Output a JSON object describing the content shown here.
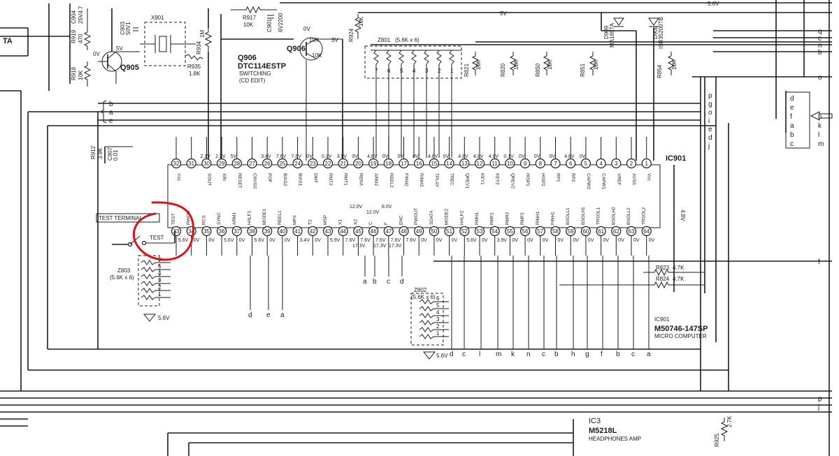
{
  "ic901": {
    "ref": "IC901",
    "part": "M50746-147SP",
    "desc": "MICRO COMPUTER",
    "top_pins": [
      {
        "num": "32",
        "name": "Vss",
        "v": ""
      },
      {
        "num": "31",
        "name": "",
        "v": ""
      },
      {
        "num": "30",
        "name": "XOUT",
        "v": "2.1V"
      },
      {
        "num": "29",
        "name": "XIN",
        "v": "2.3V"
      },
      {
        "num": "28",
        "name": "RESET",
        "v": "5V"
      },
      {
        "num": "27",
        "name": "CNVSS",
        "v": ""
      },
      {
        "num": "26",
        "name": "POF",
        "v": "3.4V"
      },
      {
        "num": "25",
        "name": "BIAS2",
        "v": "7.6V"
      },
      {
        "num": "24",
        "name": "BIAS1",
        "v": "7.6V"
      },
      {
        "num": "23",
        "name": "DMT",
        "v": "0V"
      },
      {
        "num": "22",
        "name": "RMT2",
        "v": "0.3V"
      },
      {
        "num": "21",
        "name": "RMT1",
        "v": "3.9V"
      },
      {
        "num": "20",
        "name": "RENA",
        "v": "0V"
      },
      {
        "num": "19",
        "name": "ARM2",
        "v": "4.8V"
      },
      {
        "num": "18",
        "name": "REEL2",
        "v": "0V"
      },
      {
        "num": "17",
        "name": "FINH2",
        "v": "0V"
      },
      {
        "num": "16",
        "name": "RINH2",
        "v": "0V"
      },
      {
        "num": "15",
        "name": "TPLAY",
        "v": "4.8V"
      },
      {
        "num": "14",
        "name": "TREC",
        "v": "0V"
      },
      {
        "num": "13",
        "name": "QREV1",
        "v": "4.8V"
      },
      {
        "num": "12",
        "name": "KEY1",
        "v": "4.8V"
      },
      {
        "num": "11",
        "name": "KEY2",
        "v": "4.8V"
      },
      {
        "num": "10",
        "name": "QREV2",
        "v": "0.1V"
      },
      {
        "num": "9",
        "name": "HISP1",
        "v": "0V"
      },
      {
        "num": "8",
        "name": "HISP2",
        "v": "0V"
      },
      {
        "num": "7",
        "name": "RP1",
        "v": "0V"
      },
      {
        "num": "6",
        "name": "RP2",
        "v": "4.8V"
      },
      {
        "num": "5",
        "name": "CAPW2",
        "v": "0V"
      },
      {
        "num": "4",
        "name": "CAPW1",
        "v": ""
      },
      {
        "num": "3",
        "name": "VREF",
        "v": ""
      },
      {
        "num": "2",
        "name": "AVSS",
        "v": ""
      },
      {
        "num": "1",
        "name": "Vcc",
        "v": ""
      }
    ],
    "bottom_pins": [
      {
        "num": "33",
        "name": "TEST",
        "v": "5.6V"
      },
      {
        "num": "34",
        "name": "PWON",
        "v": "0V"
      },
      {
        "num": "35",
        "name": "RCS",
        "v": "0V"
      },
      {
        "num": "36",
        "name": "SYNC",
        "v": "5.6V"
      },
      {
        "num": "37",
        "name": "ARM1",
        "v": "0V"
      },
      {
        "num": "38",
        "name": "HALF1",
        "v": "5.6V"
      },
      {
        "num": "39",
        "name": "MODE1",
        "v": "0V"
      },
      {
        "num": "40",
        "name": "REEL1",
        "v": "0V"
      },
      {
        "num": "41",
        "name": "MPX",
        "v": "3.4V"
      },
      {
        "num": "42",
        "name": "T2",
        "v": "0V"
      },
      {
        "num": "43",
        "name": "MSP",
        "v": "5.9V"
      },
      {
        "num": "44",
        "name": "X1",
        "v": "7.6V"
      },
      {
        "num": "45",
        "name": "X2",
        "v": "7.6V"
      },
      {
        "num": "46",
        "name": "C",
        "v": "7.6V"
      },
      {
        "num": "47",
        "name": "F",
        "v": "7.6V"
      },
      {
        "num": "48",
        "name": "ENC",
        "v": "7.6V"
      },
      {
        "num": "49",
        "name": "PWOUT",
        "v": "0V"
      },
      {
        "num": "50",
        "name": "SDATA",
        "v": "0V"
      },
      {
        "num": "51",
        "name": "MODE2",
        "v": "0V"
      },
      {
        "num": "52",
        "name": "HALF2",
        "v": "5.6V"
      },
      {
        "num": "53",
        "name": "RMH1",
        "v": "0V"
      },
      {
        "num": "54",
        "name": "RMF1",
        "v": "3.9V"
      },
      {
        "num": "55",
        "name": "RMR2",
        "v": "0V"
      },
      {
        "num": "56",
        "name": "RMF2",
        "v": "0V"
      },
      {
        "num": "57",
        "name": "RINH1",
        "v": "0V"
      },
      {
        "num": "58",
        "name": "FINH1",
        "v": "0V"
      },
      {
        "num": "59",
        "name": "BSOLL1",
        "v": "0V"
      },
      {
        "num": "60",
        "name": "BSOLH1",
        "v": "0V"
      },
      {
        "num": "61",
        "name": "TRSOL1",
        "v": "0V"
      },
      {
        "num": "62",
        "name": "BSOLH2",
        "v": "0V"
      },
      {
        "num": "63",
        "name": "BSOLL2",
        "v": "0V"
      },
      {
        "num": "64",
        "name": "TRSOL2",
        "v": "0V"
      }
    ],
    "extra_volts": [
      "12.0V",
      "12.0V",
      "8.0V",
      "17.3V",
      "17.3V",
      "17.3V"
    ]
  },
  "components": {
    "q905": "Q905",
    "q906": "Q906",
    "q906_part": "DTC114ESTP",
    "q906_note1": "SWITCHING",
    "q906_note2": "(CD EDIT)",
    "x901": "X901",
    "r919": "R919",
    "r919_val": "470",
    "r918": "R918",
    "r918_val": "10K",
    "c904": "C904",
    "c904_val": "25V4.7",
    "c903": "C903",
    "c903_val": "50V1",
    "r917": "R917",
    "r917_val": "10K",
    "c901": "C901",
    "c901_val": "6V2200",
    "r934": "R934",
    "r934_val": "1M",
    "r935": "R935",
    "r935_val": "1.8K",
    "r912": "R912",
    "r912_val": "3.9K",
    "c907": "C907",
    "c907_val": "0.01",
    "r924": "R924",
    "r924_val": "10K",
    "q906_r1": "10K",
    "q906_r2": "10K",
    "z801": "Z801",
    "z801_val": "(5.6K x 6)",
    "z802": "Z802",
    "z802_val": "(5.6K x 6)",
    "z803": "Z803",
    "z803_val": "(5.6K x 6)",
    "r821": "R821",
    "r821_val": "10K",
    "r820": "R820",
    "r820_val": "10K",
    "r850": "R850",
    "r850_val": "10K",
    "r851": "R851",
    "r851_val": "10K",
    "r854": "R854",
    "r854_val": "10K",
    "r823": "R823",
    "r823_val": "4.7K",
    "r824": "R824",
    "r824_val": "4.7K",
    "r925": "R925",
    "r925_val": "2.7K",
    "d909": "D909",
    "d909_part": "MA165TA",
    "d908": "D908",
    "d908_part": "ISR35200TB",
    "ic3": "IC3",
    "ic3_part": "M5218L",
    "ic3_desc": "HEADPHONES AMP",
    "test_terminal": "TEST TERMINAL",
    "test": "TEST",
    "ta": "TA"
  },
  "voltages": {
    "v_q905": "0V",
    "v_q905b": "5V",
    "v_q906": "0V",
    "v_q906b": "3V",
    "v_z803": "5.6V",
    "v_z802": "5.6V",
    "v_48": "4.8V",
    "v_top1": "5V",
    "v_top2": "5.6V"
  },
  "buses": {
    "left_group": [
      "b",
      "a",
      "e"
    ],
    "right_stack": [
      "q",
      "c",
      "n",
      "b",
      "o"
    ],
    "right_mid": [
      "p",
      "g",
      "o",
      "i",
      "e",
      "d",
      "j"
    ],
    "right_box": [
      "d",
      "e",
      "f",
      "a",
      "b",
      "c"
    ],
    "right_box_out": [
      "h",
      "k",
      "l",
      "m"
    ],
    "right_f": "f",
    "bottom_pj": [
      "p",
      "j"
    ],
    "mid_abcd": [
      "a",
      "b",
      "c",
      "d"
    ],
    "dea": [
      "d",
      "e",
      "a"
    ],
    "dc": [
      "d",
      "c"
    ],
    "lmkn": [
      "l",
      "m",
      "k",
      "n"
    ],
    "cb": [
      "c",
      "b"
    ],
    "hgfbca": [
      "h",
      "g",
      "f",
      "b",
      "c",
      "a"
    ],
    "z801_pins": [
      "7",
      "6",
      "5",
      "4",
      "3",
      "2",
      "1"
    ],
    "z_pins": [
      "6",
      "5",
      "4",
      "3",
      "2",
      "1"
    ]
  },
  "annotation_color": "#d6141e"
}
